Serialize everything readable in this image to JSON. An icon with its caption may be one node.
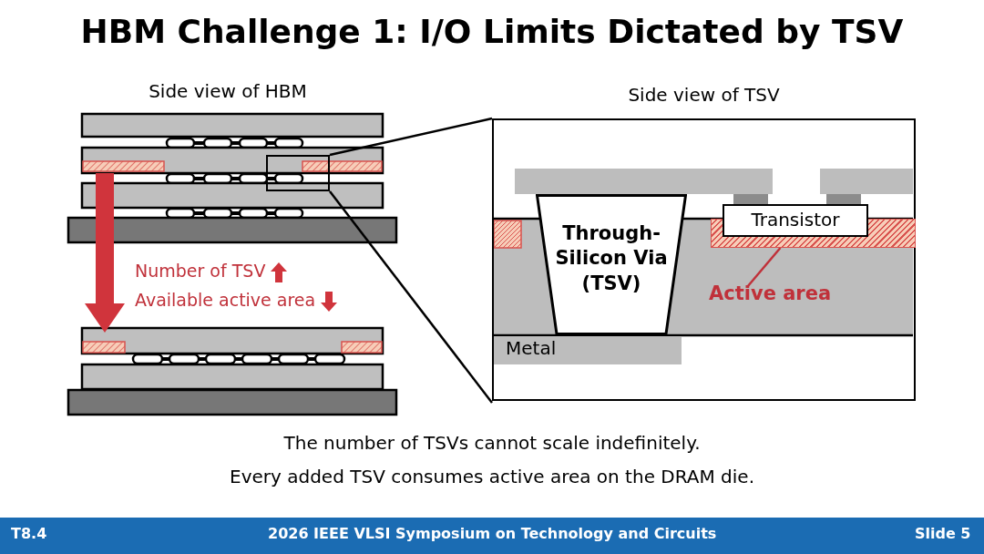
{
  "diagram": {
    "title": "HBM Challenge 1: I/O Limits Dictated by TSV",
    "nodes": [
      {
        "text": [
          "Side view of HBM"
        ]
      },
      {
        "text": [],
        "shape": "box",
        "in": 0
      },
      {
        "text": [
          "Side view of TSV"
        ]
      },
      {
        "text": [
          "Through-Silicon Via (TSV)"
        ],
        "in": 2
      },
      {
        "text": [
          "Transistor"
        ],
        "in": 2
      },
      {
        "text": [
          "Active area"
        ],
        "in": 2
      },
      {
        "text": [],
        "shape": "box",
        "in": 2
      }
    ],
    "edges": [
      {
        "from": 1,
        "to": 2,
        "arrow": "none"
      },
      {
        "from": 1,
        "to": 2,
        "arrow": "none"
      },
      {
        "from": 5,
        "to": 6,
        "arrow": "none",
        "color": "#c0313a"
      }
    ],
    "labels": [
      "Number of TSV",
      "Available active area",
      "Metal",
      "The number of TSVs cannot scale indefinitely.",
      "Every added TSV consumes active area on the DRAM die.",
      "T8.4",
      "2026 IEEE VLSI Symposium on Technology and Circuits",
      "Slide 5"
    ]
  }
}
